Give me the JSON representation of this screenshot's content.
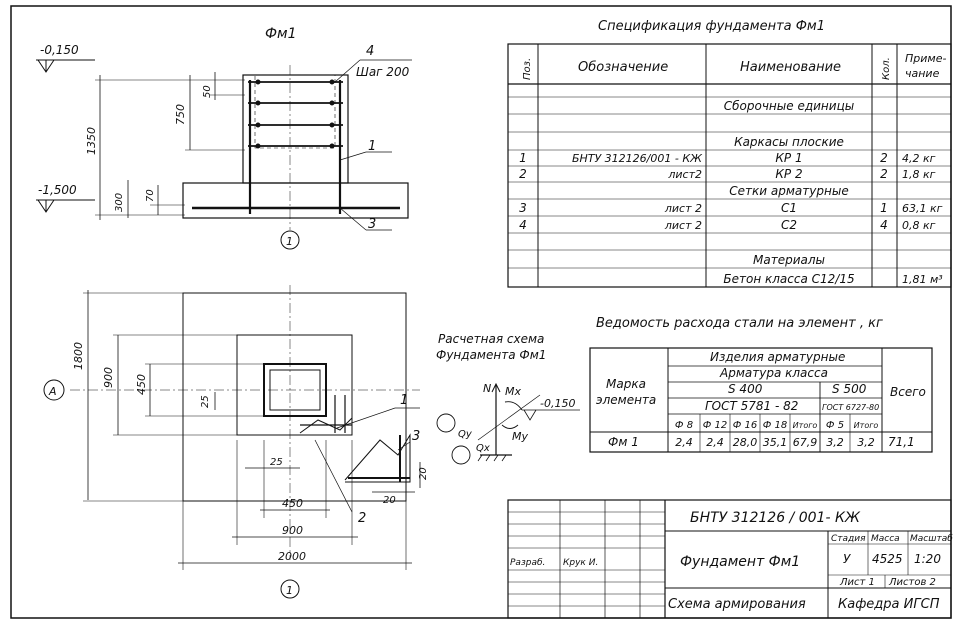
{
  "drawing": {
    "section_title": "Фм1",
    "elev_top": "-0,150",
    "elev_bottom": "-1,500",
    "dim_1350": "1350",
    "dim_750": "750",
    "dim_50": "50",
    "dim_300": "300",
    "dim_70": "70",
    "step_label": "Шаг 200",
    "pos_4": "4",
    "pos_1": "1",
    "pos_3": "3",
    "axis_1_top": "1",
    "plan_dim_1800": "1800",
    "plan_dim_900": "900",
    "plan_dim_450": "450",
    "plan_dim_25_v": "25",
    "plan_dim_25_h": "25",
    "plan_dim_450_h": "450",
    "plan_dim_900_h": "900",
    "plan_dim_2000": "2000",
    "plan_dim_20_v": "20",
    "plan_dim_20_h": "20",
    "plan_pos_1": "1",
    "plan_pos_2": "2",
    "plan_pos_3": "3",
    "axis_A": "А",
    "axis_1_bottom": "1",
    "calc_title_1": "Расчетная схема",
    "calc_title_2": "Фундамента Фм1",
    "calc_N": "N",
    "calc_Mx": "Mx",
    "calc_My": "My",
    "calc_Qy": "Qy",
    "calc_Qx": "Qx",
    "calc_elev": "-0,150"
  },
  "spec": {
    "title": "Спецификация фундамента Фм1",
    "headers": [
      "Поз.",
      "Обозначение",
      "Наименование",
      "Кол.",
      "Приме-",
      "чание"
    ],
    "rows": [
      {
        "pos": "",
        "code": "",
        "name": "",
        "qty": "",
        "note": ""
      },
      {
        "pos": "",
        "code": "",
        "name": "Сборочные единицы",
        "qty": "",
        "note": ""
      },
      {
        "pos": "",
        "code": "",
        "name": "",
        "qty": "",
        "note": ""
      },
      {
        "pos": "",
        "code": "",
        "name": "Каркасы плоские",
        "qty": "",
        "note": ""
      },
      {
        "pos": "1",
        "code": "БНТУ 312126/001 - КЖ",
        "name": "КР 1",
        "qty": "2",
        "note": "4,2 кг"
      },
      {
        "pos": "2",
        "code": "лист2",
        "name": "КР 2",
        "qty": "2",
        "note": "1,8 кг"
      },
      {
        "pos": "",
        "code": "",
        "name": "Сетки арматурные",
        "qty": "",
        "note": ""
      },
      {
        "pos": "3",
        "code": "лист 2",
        "name": "С1",
        "qty": "1",
        "note": "63,1 кг"
      },
      {
        "pos": "4",
        "code": "лист 2",
        "name": "С2",
        "qty": "4",
        "note": "0,8 кг"
      },
      {
        "pos": "",
        "code": "",
        "name": "",
        "qty": "",
        "note": ""
      },
      {
        "pos": "",
        "code": "",
        "name": "Материалы",
        "qty": "",
        "note": ""
      },
      {
        "pos": "",
        "code": "",
        "name": "Бетон класса С12/15",
        "qty": "",
        "note": "1,81 м³"
      }
    ]
  },
  "steel": {
    "title": "Ведомость расхода стали на элемент , кг",
    "h_mark_1": "Марка",
    "h_mark_2": "элемента",
    "h_items": "Изделия арматурные",
    "h_class": "Арматура класса",
    "h_s400": "S 400",
    "h_s500": "S 500",
    "h_gost1": "ГОСТ 5781 - 82",
    "h_gost2": "ГОСТ 6727-80",
    "h_total": "Всего",
    "cols": [
      "Ф 8",
      "Ф 12",
      "Ф 16",
      "Ф 18",
      "Итого",
      "Ф 5",
      "Итого"
    ],
    "row": {
      "mark": "Фм 1",
      "values": [
        "2,4",
        "2,4",
        "28,0",
        "35,1",
        "67,9",
        "3,2",
        "3,2"
      ],
      "total": "71,1"
    }
  },
  "stamp": {
    "code": "БНТУ 312126 / 001- КЖ",
    "developer_label": "Разраб.",
    "developer_name": "Крук И.",
    "object": "Фундамент Фм1",
    "stage_label": "Стадия",
    "mass_label": "Масса",
    "scale_label": "Масштаб",
    "stage": "У",
    "mass": "4525",
    "scale": "1:20",
    "sheet_label": "Лист 1",
    "sheets_label": "Листов 2",
    "content": "Схема армирования",
    "department": "Кафедра ИГСП"
  }
}
